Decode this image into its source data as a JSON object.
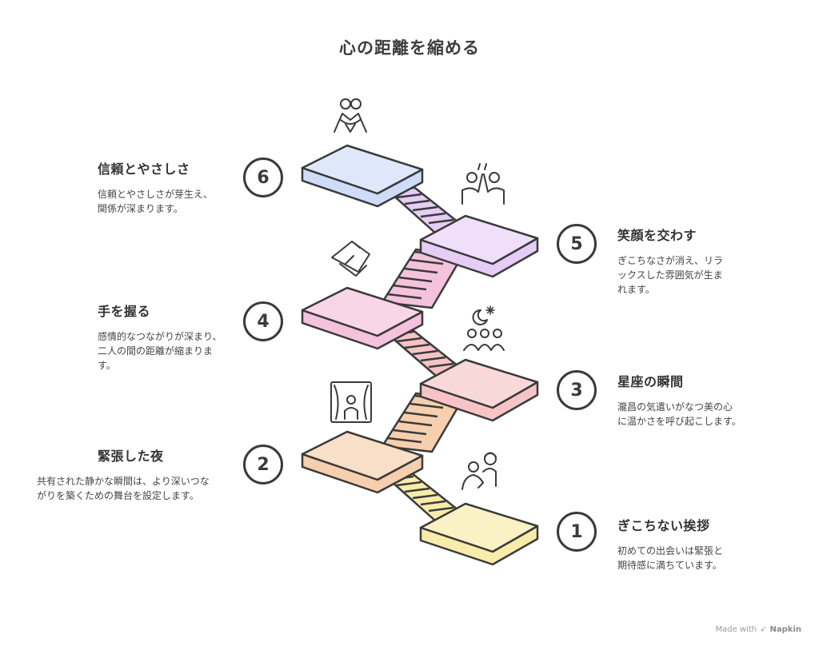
{
  "title": "心の距離を縮める",
  "steps": [
    {
      "number": "1",
      "title": "ぎこちない挨拶",
      "desc": "初めての出会いは緊張と\n期待感に満ちています。",
      "color": "#f7ecaa"
    },
    {
      "number": "2",
      "title": "緊張した夜",
      "desc": "共有された静かな瞬間は、より深いつな\nがりを築くための舞台を設定します。",
      "color": "#f6cfae"
    },
    {
      "number": "3",
      "title": "星座の瞬間",
      "desc": "瀧昌の気遣いがなつ美の心\nに温かさを呼び起こします。",
      "color": "#f6c4c6"
    },
    {
      "number": "4",
      "title": "手を握る",
      "desc": "感情的なつながりが深まり、\n二人の間の距離が縮まりま\nす。",
      "color": "#f4c2dd"
    },
    {
      "number": "5",
      "title": "笑顔を交わす",
      "desc": "ぎこちなさが消え、リラ\nックスした雰囲気が生ま\nれます。",
      "color": "#e6cdf5"
    },
    {
      "number": "6",
      "title": "信頼とやさしさ",
      "desc": "信頼とやさしさが芽生え、\n関係が深まります。",
      "color": "#cfdcf8"
    }
  ],
  "icons": [
    "hug-icon",
    "high-five-icon",
    "handshake-icon",
    "stargazing-group-icon",
    "window-curtain-person-icon",
    "greeting-people-icon"
  ],
  "footer": {
    "made_with": "Made with",
    "brand": "Napkin"
  }
}
